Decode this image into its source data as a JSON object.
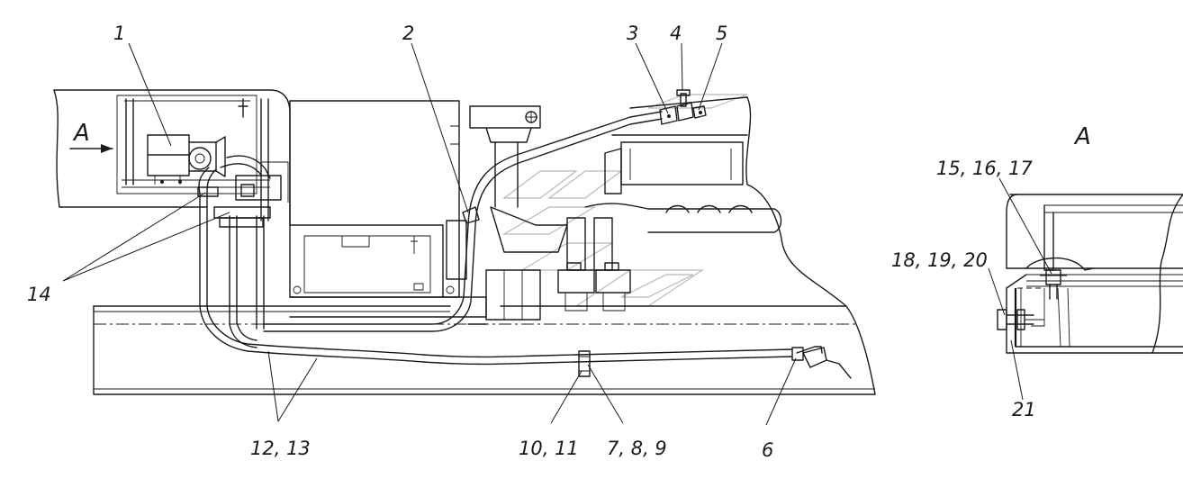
{
  "view_label": "A",
  "callouts": {
    "c1": "1",
    "c2": "2",
    "c3": "3",
    "c4": "4",
    "c5": "5",
    "c6": "6",
    "c7_8_9": "7, 8, 9",
    "c10_11": "10, 11",
    "c12_13": "12, 13",
    "c14": "14",
    "c15_16_17": "15, 16, 17",
    "c18_19_20": "18, 19, 20",
    "c21": "21"
  }
}
